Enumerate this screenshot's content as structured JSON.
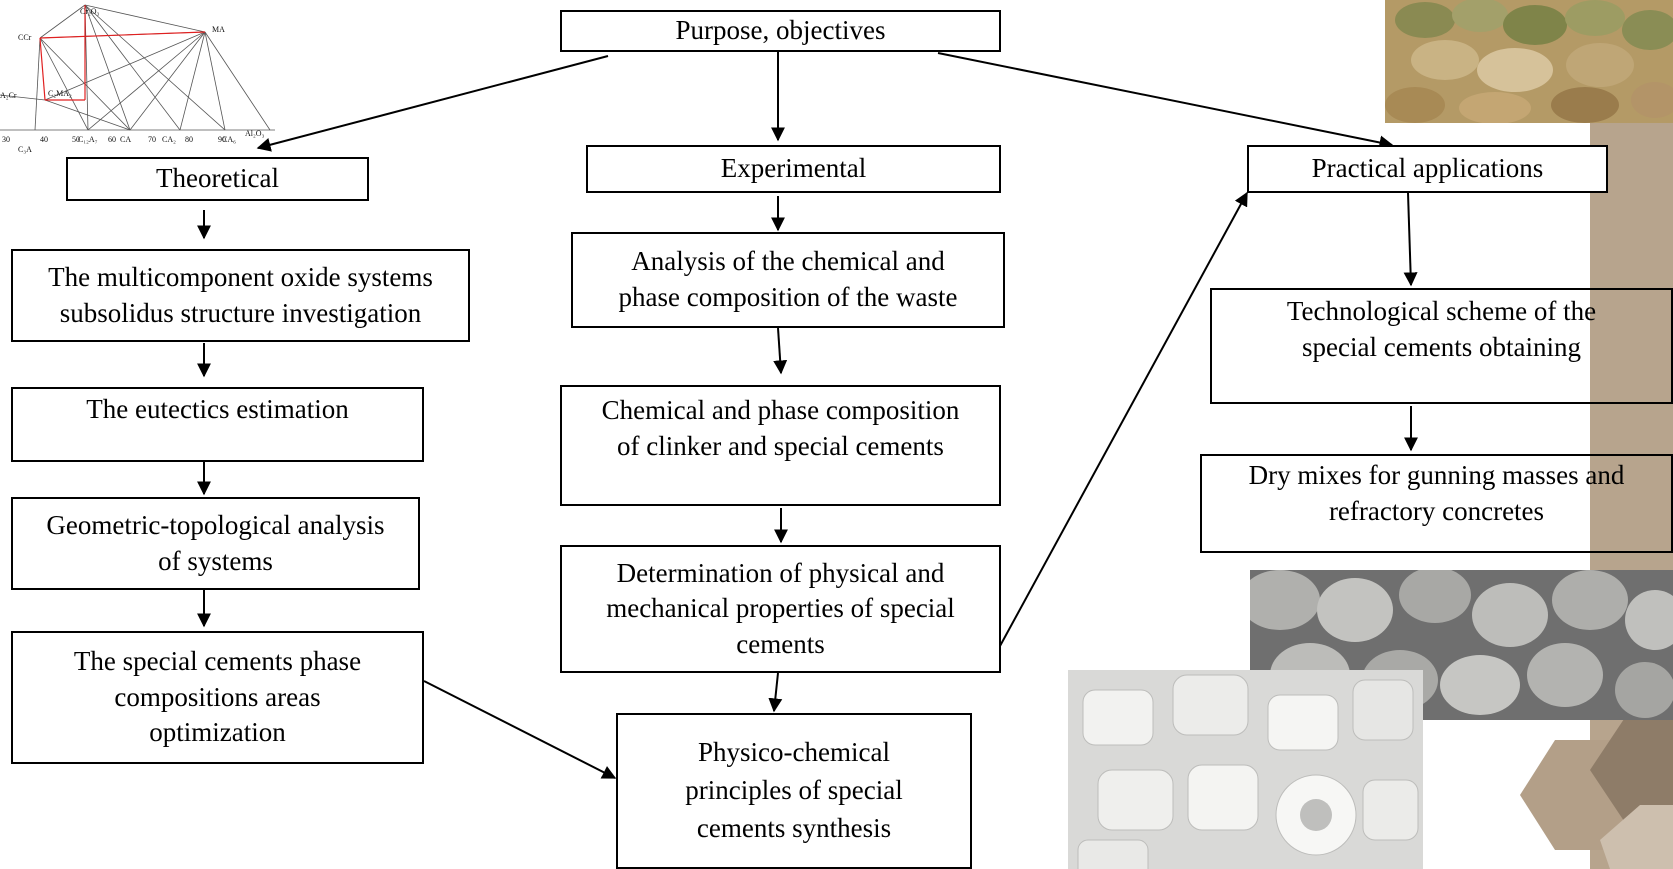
{
  "diagram": {
    "root": "Purpose, objectives",
    "branches": [
      {
        "title": "Theoretical",
        "steps": [
          "The multicomponent oxide systems\nsubsolidus structure investigation",
          "The eutectics estimation",
          "Geometric-topological analysis\nof systems",
          "The special cements phase\ncompositions areas\noptimization"
        ]
      },
      {
        "title": "Experimental",
        "steps": [
          "Analysis of the chemical and\nphase composition of the waste",
          "Chemical and phase composition\nof clinker and special cements",
          "Determination of physical and\nmechanical properties of special\ncements"
        ]
      },
      {
        "title": "Practical applications",
        "steps": [
          "Technological scheme of the\nspecial cements obtaining",
          "Dry mixes for gunning masses and\nrefractory concretes"
        ]
      }
    ],
    "result": "Physico-chemical\nprinciples of special\ncements  synthesis"
  },
  "phase_diagram_labels": {
    "top": [
      "Cr₂O₃",
      "CCr",
      "MA",
      "A₂Cr",
      "C₂MA₂"
    ],
    "axis": [
      "30",
      "40",
      "50",
      "60",
      "70",
      "80",
      "90",
      "C₃A",
      "C₁₂A₇",
      "CA",
      "CA₂",
      "CA₆",
      "Al₂O₃"
    ]
  },
  "colors": {
    "accent_tan": "#b39f88",
    "accent_dark": "#8e7c68",
    "line_red": "#e02020"
  }
}
